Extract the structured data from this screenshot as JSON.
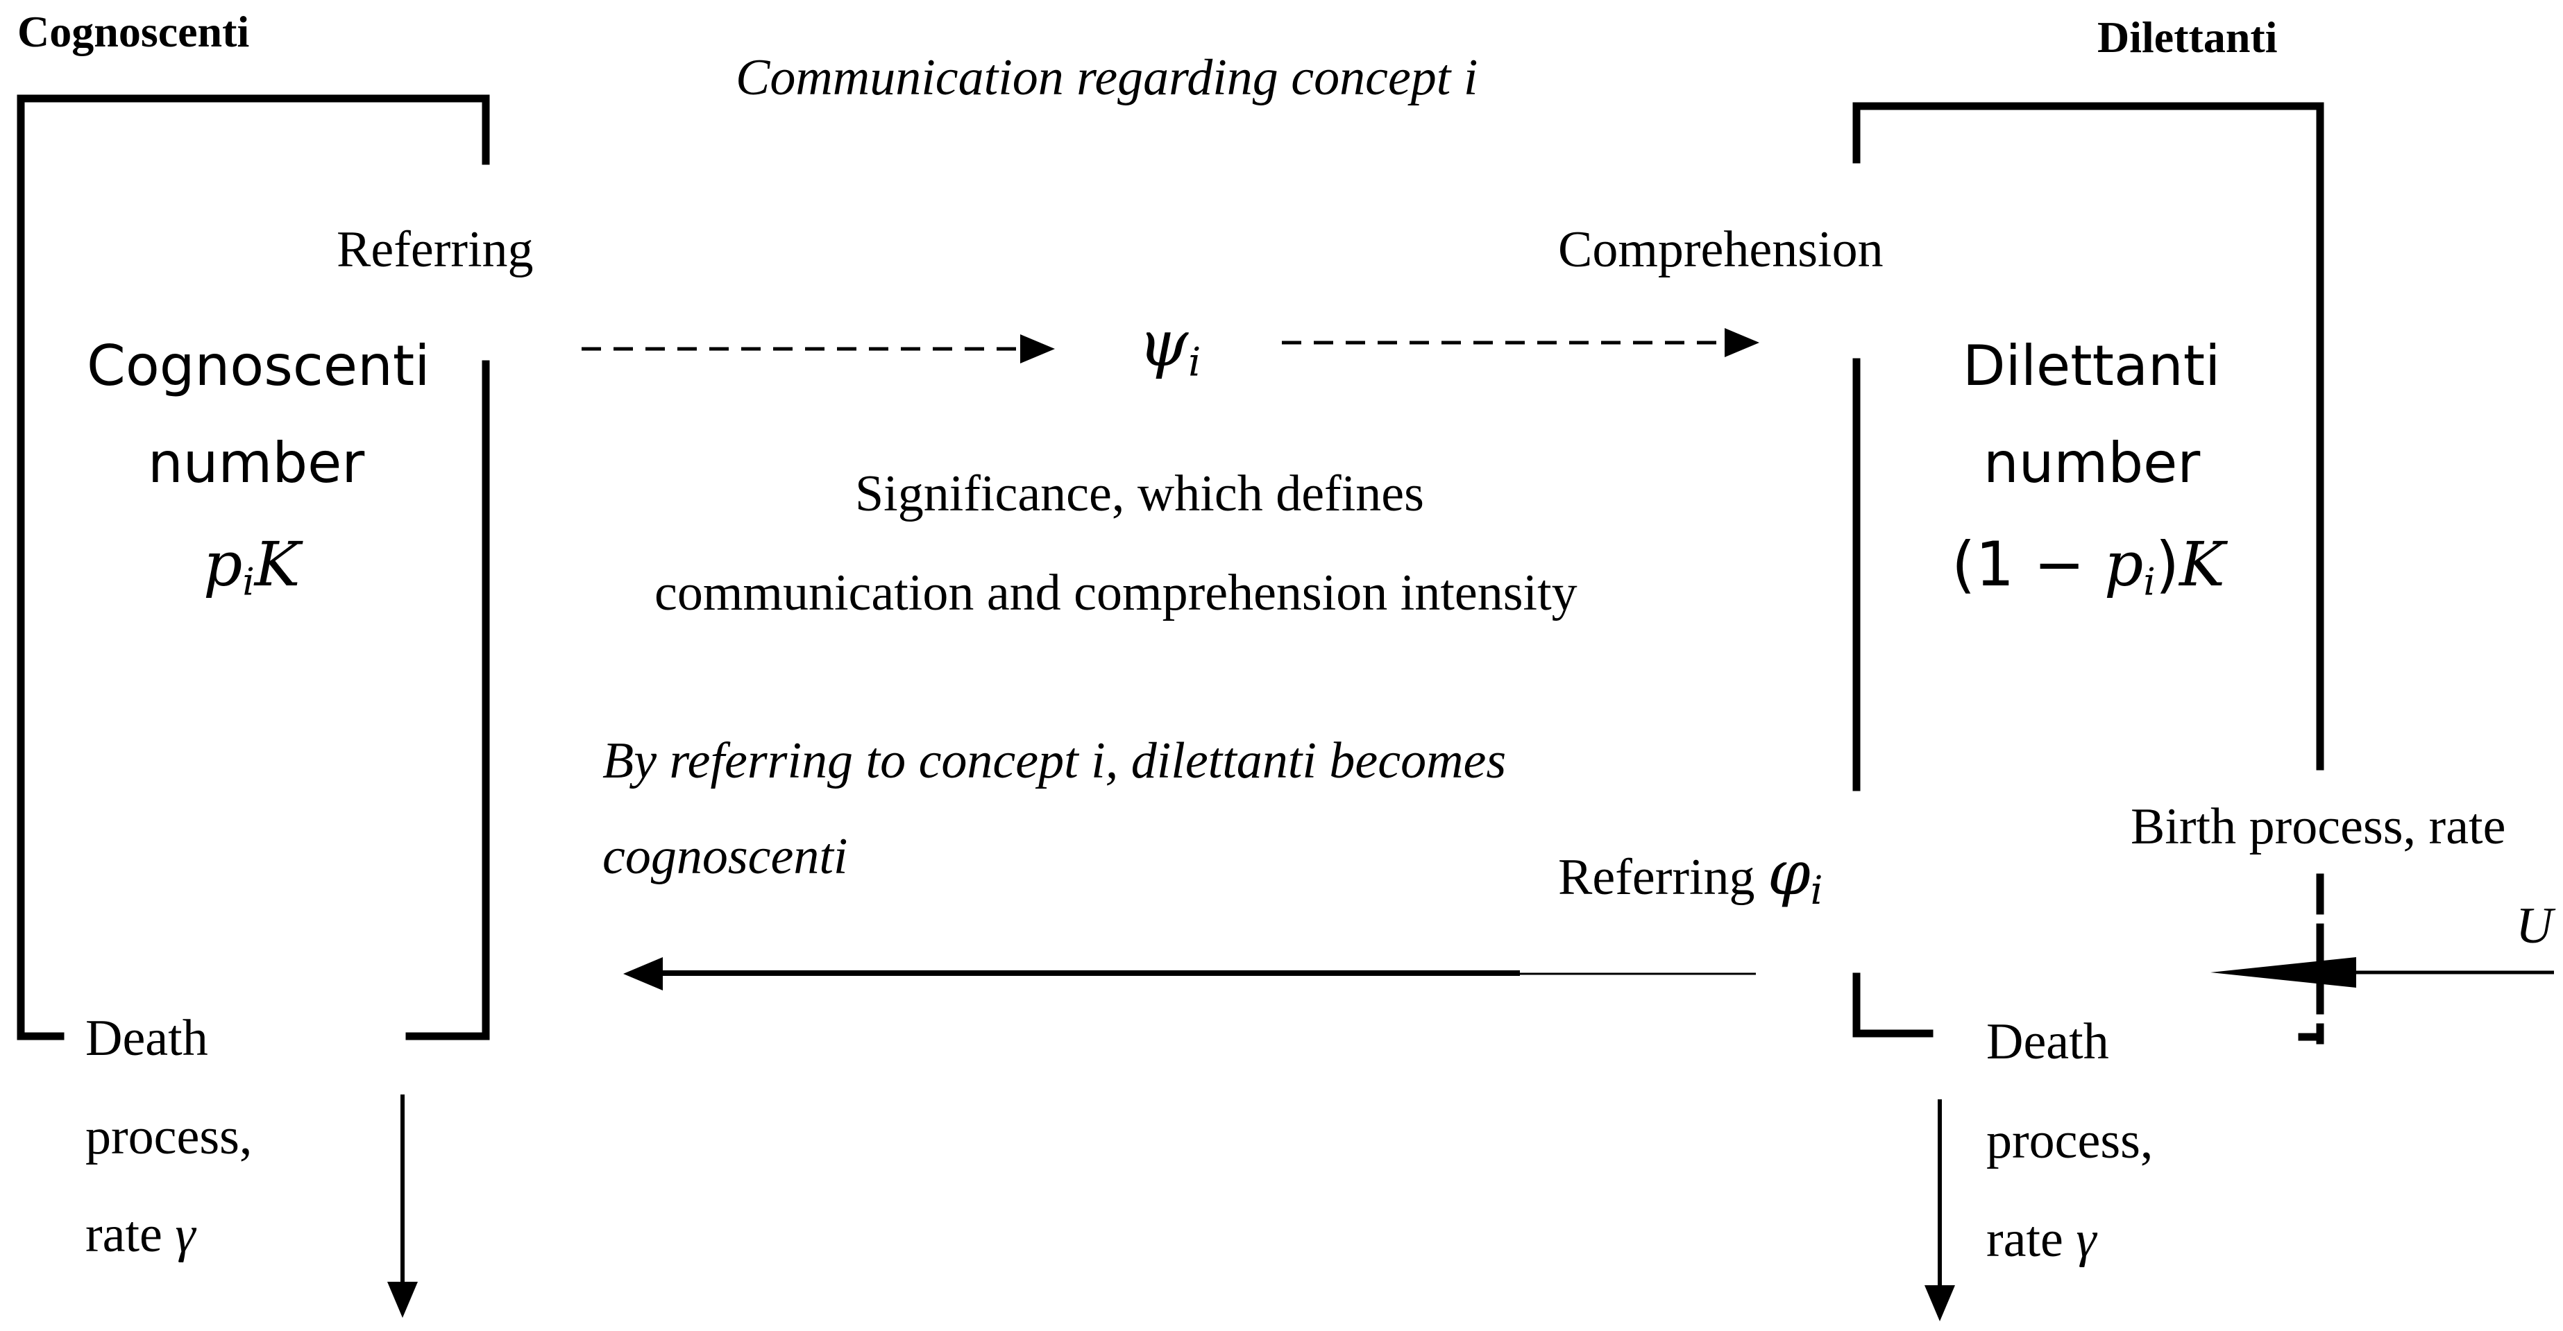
{
  "headings": {
    "cognoscenti_title": "Cognoscenti",
    "dilettanti_title": "Dilettanti"
  },
  "top_caption": "Communication regarding concept i",
  "labels": {
    "referring_top": "Referring",
    "comprehension": "Comprehension",
    "psi_symbol": "ψ",
    "psi_sub": "i",
    "significance_line1": "Significance, which defines",
    "significance_line2": "communication and comprehension intensity",
    "transition_line1": "By referring to concept i, dilettanti becomes",
    "transition_line2": "cognoscenti",
    "referring_phi_text": "Referring ",
    "phi_symbol": "φ",
    "phi_sub": "i",
    "birth_line1": "Birth process, rate",
    "birth_rate": "U"
  },
  "cognoscenti_box": {
    "line1": "Cognoscenti",
    "line2": "number",
    "formula_p": "p",
    "formula_sub": "i",
    "formula_k": "K"
  },
  "dilettanti_box": {
    "line1": "Dilettanti",
    "line2": "number",
    "formula_open": "(1 − ",
    "formula_p": "p",
    "formula_sub": "i",
    "formula_close": ")",
    "formula_k": "K"
  },
  "death_left": {
    "line1": "Death",
    "line2": "process,",
    "line3_text": "rate ",
    "gamma": "γ"
  },
  "death_right": {
    "line1": "Death",
    "line2": "process,",
    "line3_text": "rate ",
    "gamma": "γ"
  },
  "colors": {
    "ink": "#000000",
    "background": "#ffffff"
  }
}
